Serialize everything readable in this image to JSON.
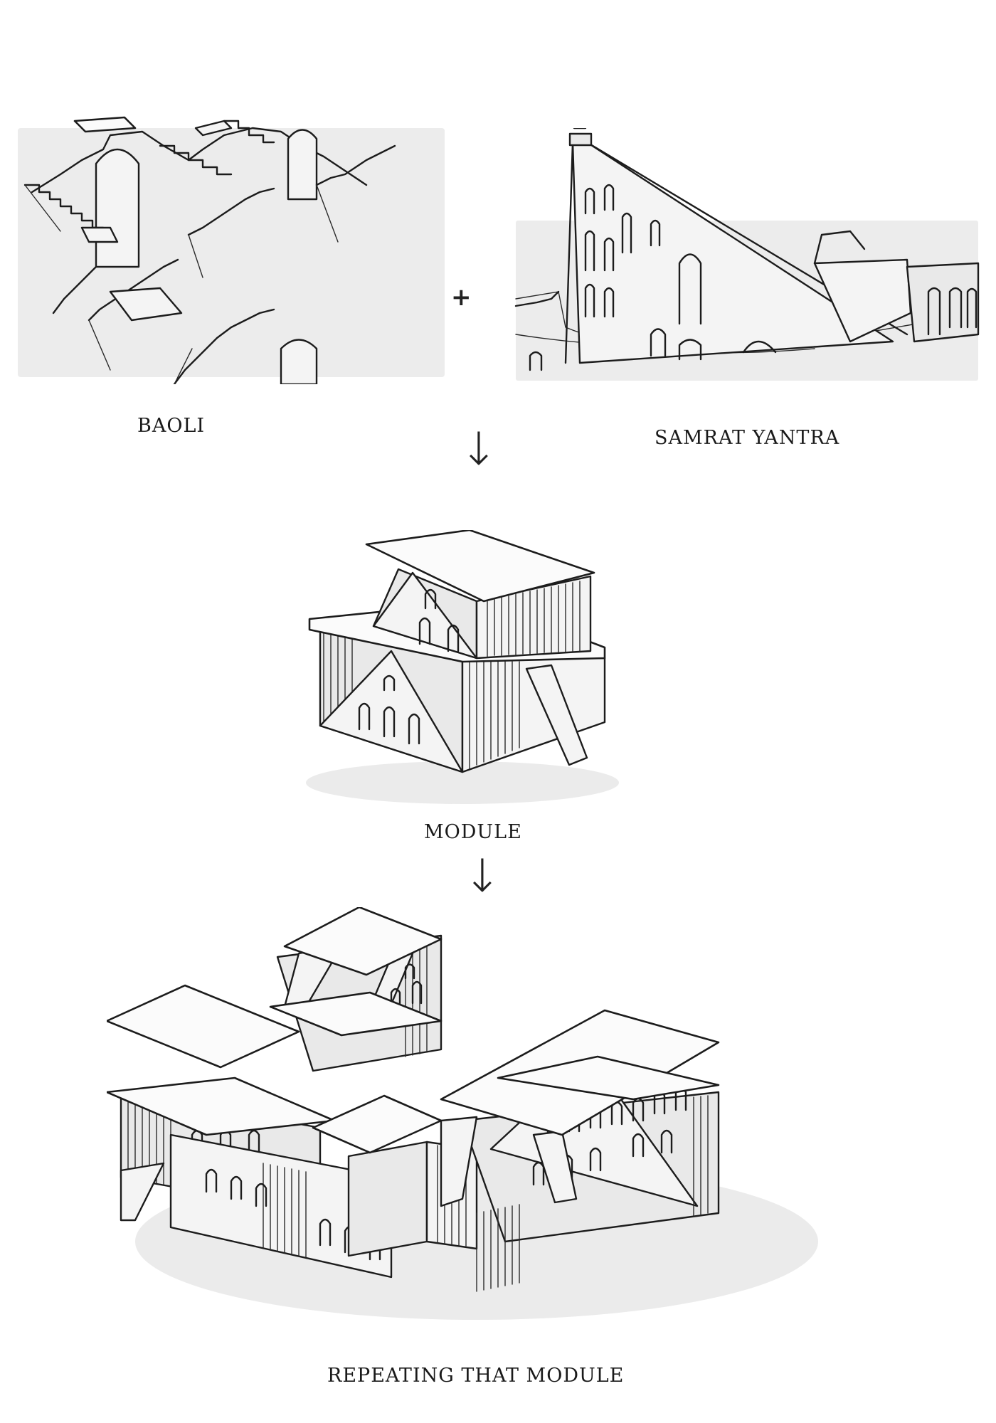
{
  "labels": {
    "baoli": "BAOLI",
    "samrat_yantra": "SAMRAT YANTRA",
    "module": "MODULE",
    "repeating": "REPEATING THAT MODULE"
  },
  "operators": {
    "plus": "+",
    "arrow": "↓"
  }
}
